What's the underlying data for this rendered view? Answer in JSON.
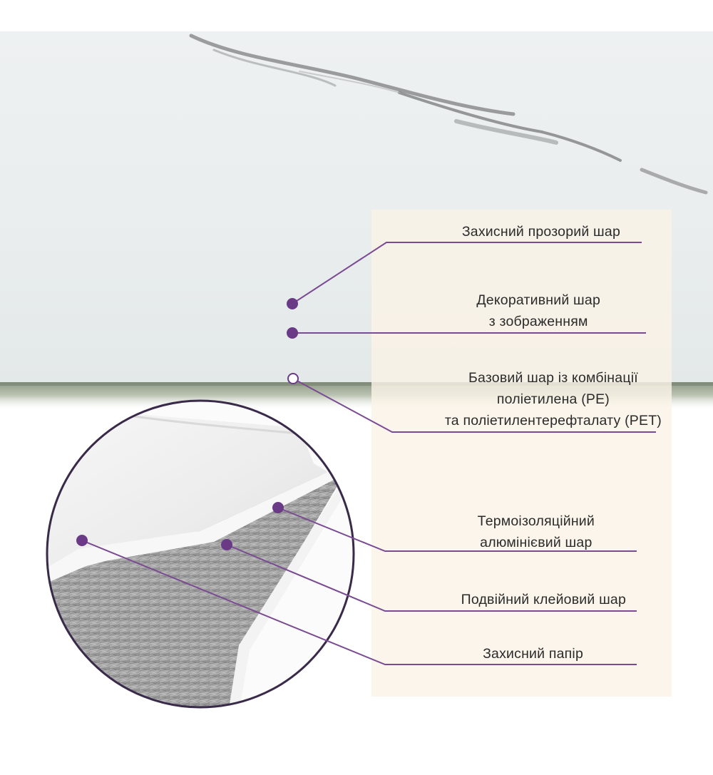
{
  "colors": {
    "accent": "#6b3a86",
    "line": "#7a4b93",
    "panel": "#faf3e6",
    "text": "#2b2b2b",
    "circle_outline": "#3a2a4a"
  },
  "labels": {
    "protective_clear_layer": "Захисний прозорий шар",
    "decorative_layer_1": "Декоративний шар",
    "decorative_layer_2": "з зображенням",
    "base_layer_1": "Базовий шар із комбінації",
    "base_layer_2": "поліетилена (PE)",
    "base_layer_3": "та поліетилентерефталату (PET)",
    "thermal_layer_1": "Термоізоляційний",
    "thermal_layer_2": "алюмінієвий шар",
    "adhesive_layer": "Подвійний клейовий шар",
    "protective_paper": "Захисний папір"
  },
  "markers": {
    "filled": "filled-dot",
    "hollow": "hollow-dot"
  }
}
